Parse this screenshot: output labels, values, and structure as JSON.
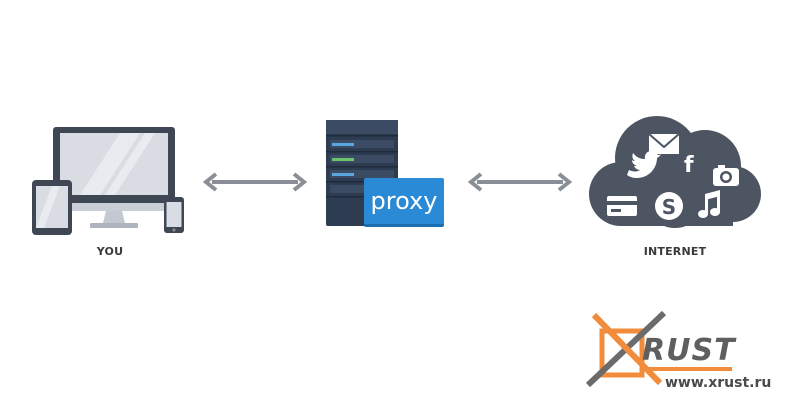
{
  "nodes": {
    "you_label": "YOU",
    "proxy_label": "proxy",
    "internet_label": "INTERNET"
  },
  "watermark": {
    "logo_text": "RUST",
    "url": "www.xrust.ru"
  },
  "colors": {
    "device_dark": "#3f4654",
    "screen": "#d9dde3",
    "server_dark": "#2e3c52",
    "proxy_blue": "#2a8ad6",
    "arrow": "#8a8f97",
    "cloud": "#4d5563",
    "watermark_orange": "#f08c3c",
    "watermark_gray": "#6b6b6b"
  },
  "icons": [
    "laptop-monitor-icon",
    "tablet-icon",
    "phone-icon",
    "server-icon",
    "cloud-icon",
    "mail-icon",
    "twitter-icon",
    "facebook-icon",
    "camera-icon",
    "credit-card-icon",
    "skype-icon",
    "music-icon"
  ]
}
